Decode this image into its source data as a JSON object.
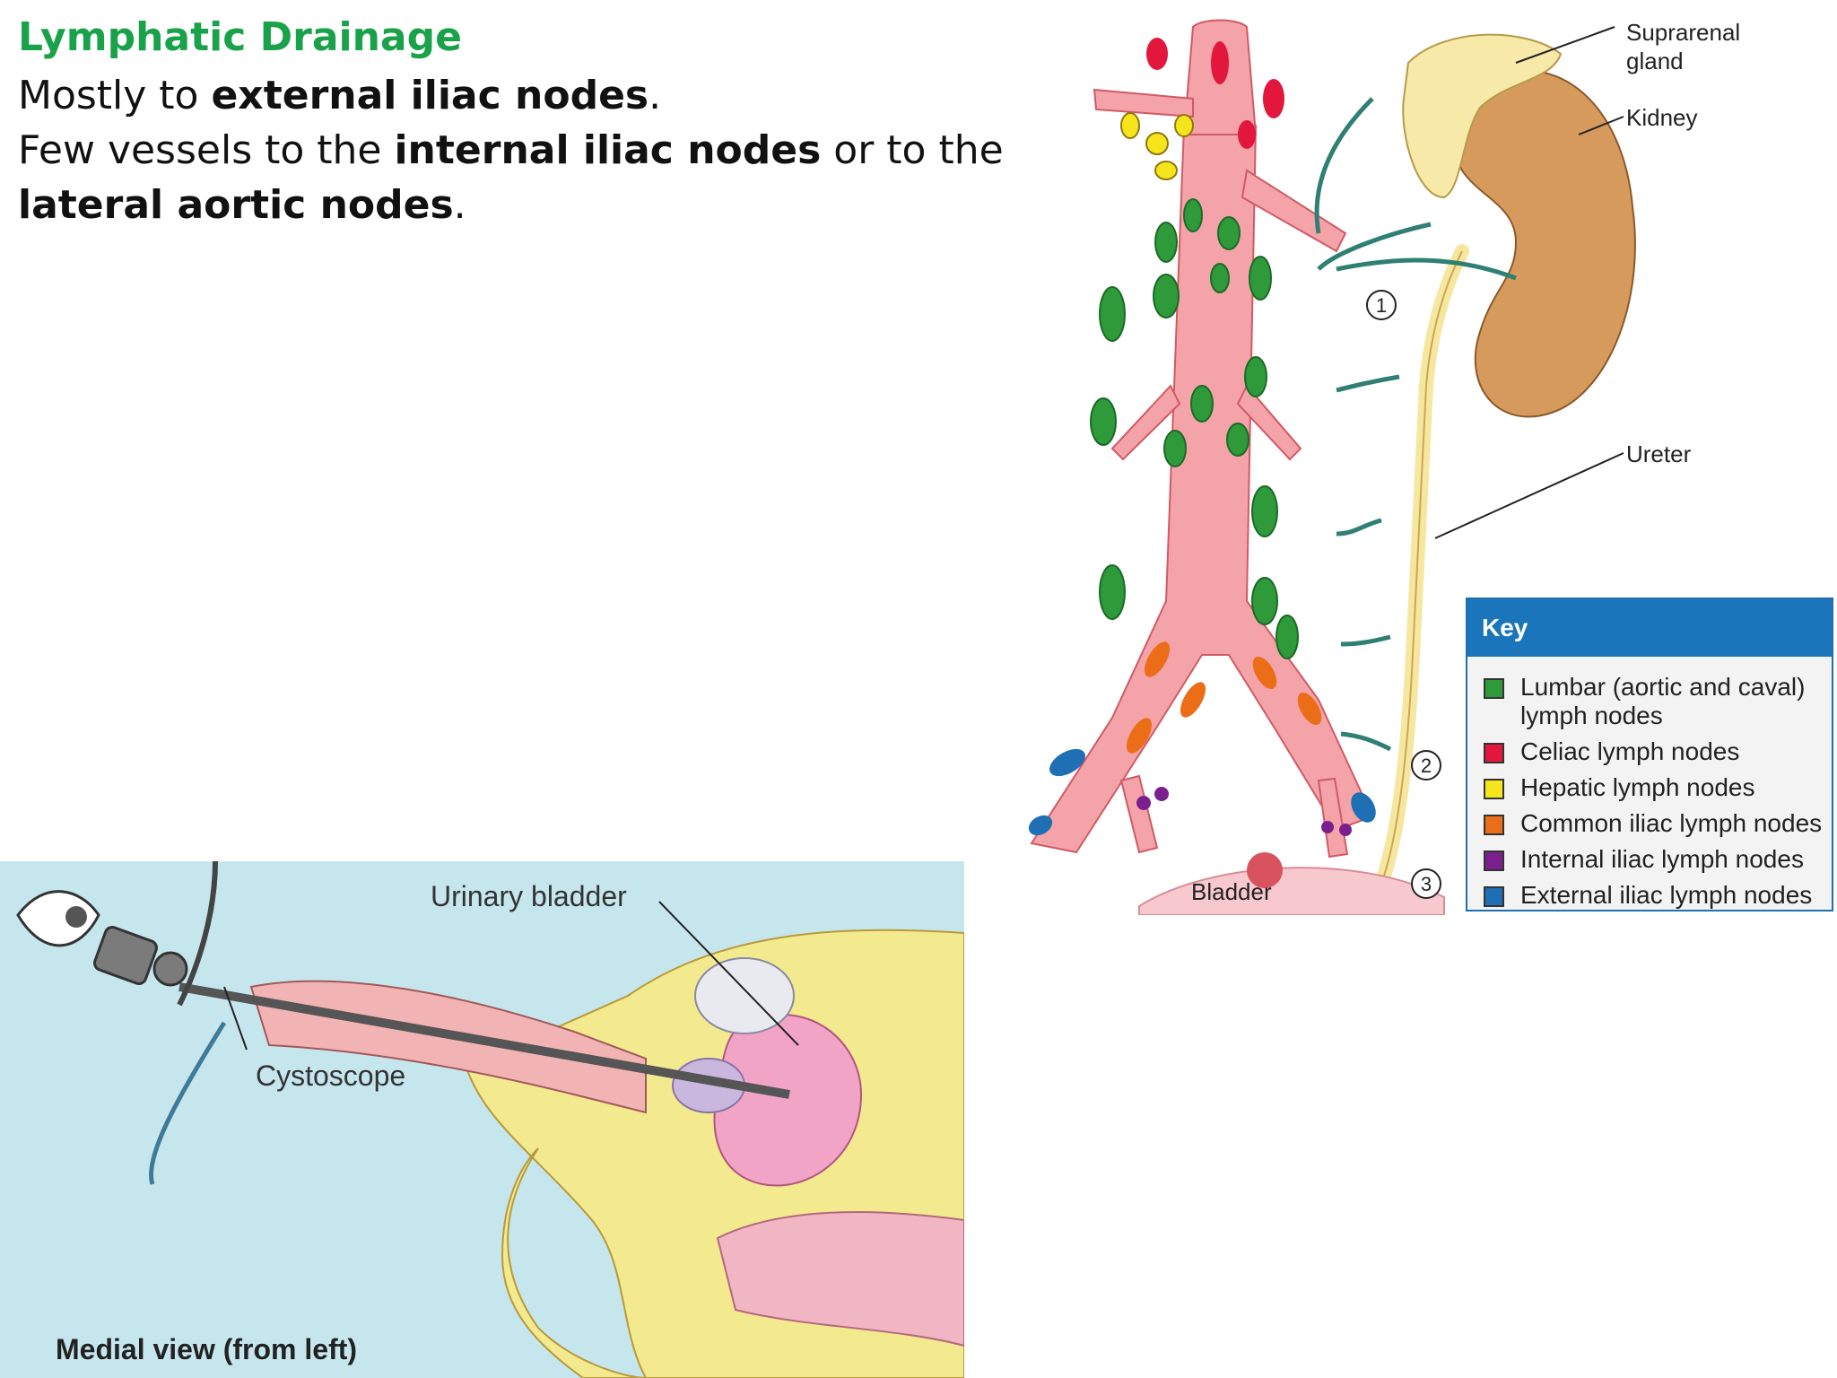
{
  "slide": {
    "title": "Lymphatic Drainage",
    "line1": {
      "pre": "Mostly to ",
      "bold": "external iliac nodes",
      "post": "."
    },
    "line2": {
      "pre": "Few vessels  to the ",
      "bold": "internal iliac nodes",
      "post": " or to the"
    },
    "line3": {
      "bold": "lateral aortic nodes",
      "post": "."
    }
  },
  "kidney_figure": {
    "labels": {
      "suprarenal_1": "Suprarenal",
      "suprarenal_2": "gland",
      "kidney": "Kidney",
      "ureter": "Ureter",
      "bladder": "Bladder",
      "marker_1": "1",
      "marker_2": "2",
      "marker_3": "3"
    },
    "key": {
      "title": "Key",
      "items": [
        {
          "line1": "Lumbar (aortic and caval)",
          "line2": "lymph nodes",
          "color": "#2e9a3a"
        },
        {
          "line1": "Celiac lymph nodes",
          "color": "#e3173e"
        },
        {
          "line1": "Hepatic lymph nodes",
          "color": "#f6e51d"
        },
        {
          "line1": "Common iliac lymph nodes",
          "color": "#ec6d17"
        },
        {
          "line1": "Internal iliac lymph nodes",
          "color": "#7b1f8f"
        },
        {
          "line1": "External iliac lymph nodes",
          "color": "#1f6fb5"
        }
      ]
    }
  },
  "cystoscope_figure": {
    "labels": {
      "urinary_bladder": "Urinary bladder",
      "cystoscope": "Cystoscope",
      "caption": "Medial view (from left)"
    }
  }
}
